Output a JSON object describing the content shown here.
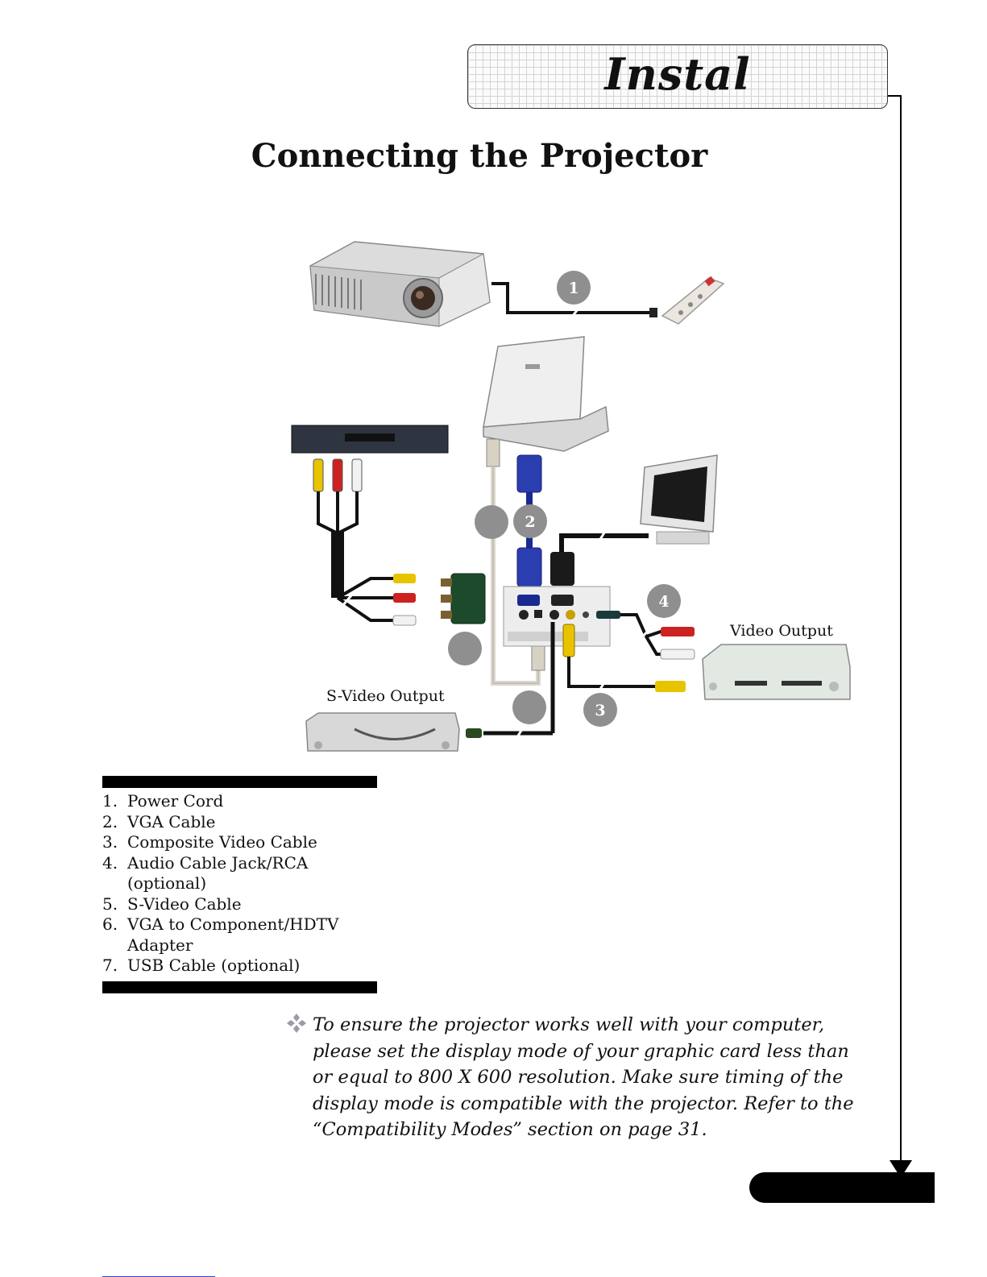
{
  "header": {
    "section_title": "Instal"
  },
  "page_title": "Connecting the Projector",
  "diagram": {
    "labels": {
      "video_output": "Video Output",
      "svideo_output": "S-Video Output"
    },
    "badges": [
      "1",
      "2",
      "3",
      "4"
    ]
  },
  "legend": {
    "items": [
      {
        "num": "1.",
        "text": "Power Cord"
      },
      {
        "num": "2.",
        "text": "VGA Cable"
      },
      {
        "num": "3.",
        "text": "Composite Video Cable"
      },
      {
        "num": "4.",
        "text": "Audio Cable Jack/RCA (optional)"
      },
      {
        "num": "5.",
        "text": "S-Video Cable"
      },
      {
        "num": "6.",
        "text": "VGA to Component/HDTV Adapter"
      },
      {
        "num": "7.",
        "text": "USB Cable (optional)"
      }
    ]
  },
  "note": {
    "icon": "four-diamond-bullet-icon",
    "text": "To ensure the projector works well with your computer, please set the display mode of your graphic card less than or equal to 800 X 600 resolution. Make sure timing of the display mode is compatible with the projector.  Refer to the “Compatibility Modes” section on page 31."
  }
}
